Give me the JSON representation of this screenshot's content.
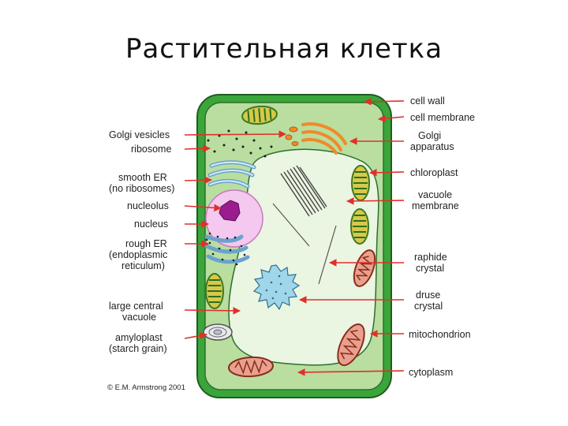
{
  "title": "Растительная клетка",
  "labels_left": {
    "golgi_vesicles": "Golgi vesicles",
    "ribosome": "ribosome",
    "smooth_er": "smooth ER",
    "smooth_er_note": "(no ribosomes)",
    "nucleolus": "nucleolus",
    "nucleus": "nucleus",
    "rough_er": "rough ER",
    "rough_er_note1": "(endoplasmic",
    "rough_er_note2": "reticulum)",
    "large_central": "large central",
    "vacuole": "vacuole",
    "amyloplast": "amyloplast",
    "starch_grain": "(starch grain)"
  },
  "labels_right": {
    "cell_wall": "cell wall",
    "cell_membrane": "cell membrane",
    "golgi": "Golgi",
    "apparatus": "apparatus",
    "chloroplast": "chloroplast",
    "vacuole": "vacuole",
    "membrane": "membrane",
    "raphide": "raphide",
    "crystal_1": "crystal",
    "druse": "druse",
    "crystal_2": "crystal",
    "mitochondrion": "mitochondrion",
    "cytoplasm": "cytoplasm"
  },
  "copyright": "© E.M. Armstrong 2001",
  "colors": {
    "cell_wall": "#3aa53a",
    "cytoplasm": "#b9dea0",
    "vacuole": "#eaf5e2",
    "nucleus": "#f5c8ef",
    "nucleolus": "#9b1c8f",
    "er": "#9cc7e6",
    "golgi": "#f08a2a",
    "chloroplast": "#d8c84a",
    "mitochondrion": "#e9a08f",
    "arrow": "#e0302a",
    "druse": "#9fd6ea"
  }
}
